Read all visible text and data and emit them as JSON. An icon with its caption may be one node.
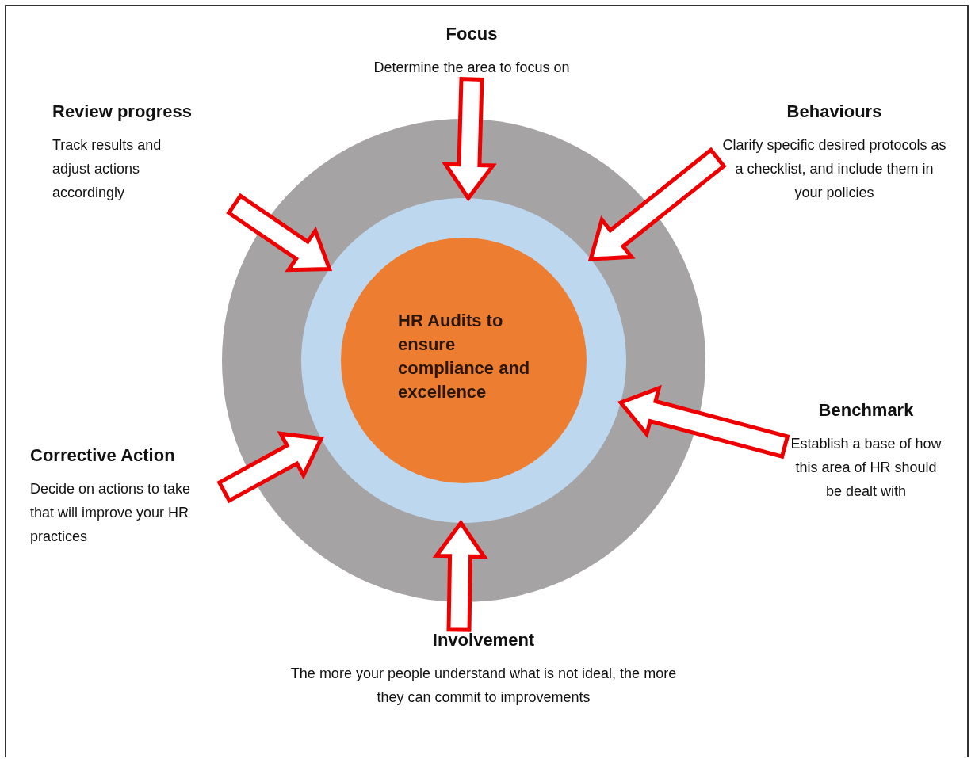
{
  "diagram": {
    "nodes": [
      {
        "text": [
          "Focus",
          "Determine the area to focus on"
        ]
      },
      {
        "text": [
          "Review progress",
          "Track results and adjust actions accordingly"
        ]
      },
      {
        "text": [
          "Behaviours",
          "Clarify specific desired protocols as a checklist, and include them in your policies"
        ]
      },
      {
        "text": [],
        "shape": "circle"
      },
      {
        "text": [],
        "shape": "circle",
        "in": 3
      },
      {
        "text": [
          "HR Audits to ensure compliance and excellence"
        ],
        "in": 4
      },
      {
        "text": [
          "Benchmark",
          "Establish a base of how this area of HR should be dealt with"
        ]
      },
      {
        "text": [
          "Corrective Action",
          "Decide on actions to take that will improve your HR practices"
        ]
      },
      {
        "text": [
          "Involvement",
          "The more your people understand what is not ideal, the more they can commit to improvements"
        ]
      }
    ],
    "edges": [
      {
        "from": 0,
        "to": 4,
        "arrow": "to"
      },
      {
        "from": 1,
        "to": 4,
        "arrow": "to"
      },
      {
        "from": 2,
        "to": 4,
        "arrow": "to"
      },
      {
        "from": 6,
        "to": 4,
        "arrow": "to"
      },
      {
        "from": 7,
        "to": 4,
        "arrow": "to"
      },
      {
        "from": 8,
        "to": 4,
        "arrow": "to"
      }
    ]
  }
}
